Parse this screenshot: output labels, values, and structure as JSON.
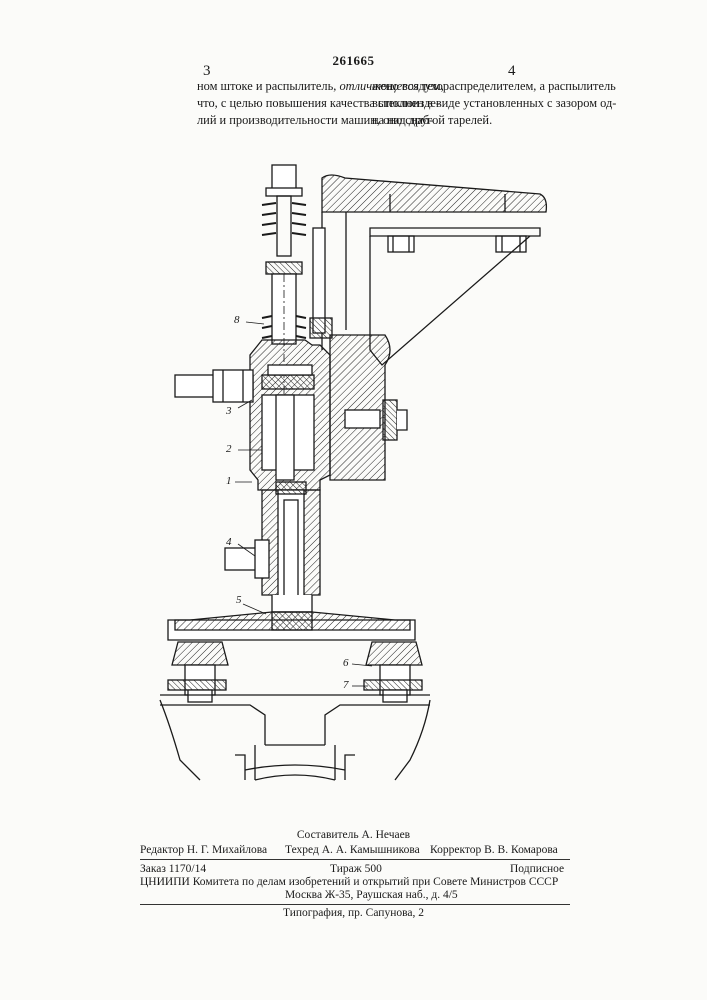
{
  "header": {
    "patent_number": "261665",
    "left_column_number": "3",
    "right_column_number": "4"
  },
  "left_column": {
    "lines": [
      "ном штоке и распылитель,",
      "что, с целью повышения качества стеклоизде-",
      "лий и производительности машин, оно снаб-"
    ],
    "emphasis": "отличающееся",
    "after_emphasis": "тем,"
  },
  "right_column": {
    "lines": [
      "жено воздухораспределителем, а распылитель",
      "выполнен в виде установленных с зазором од-",
      "на над другой тарелей."
    ]
  },
  "drawing": {
    "part_labels": [
      "8",
      "3",
      "2",
      "1",
      "4",
      "5",
      "6",
      "7"
    ]
  },
  "footer": {
    "compiler": "Составитель А. Нечаев",
    "editor": "Редактор Н. Г. Михайлова",
    "techred": "Техред А. А. Камышникова",
    "corrector": "Корректор В. В. Комарова",
    "order": "Заказ 1170/14",
    "circulation": "Тираж 500",
    "subscription": "Подписное",
    "institute": "ЦНИИПИ Комитета по делам изобретений и открытий при Совете Министров СССР",
    "address": "Москва Ж-35, Раушская наб., д. 4/5",
    "printer": "Типография, пр. Сапунова, 2"
  }
}
